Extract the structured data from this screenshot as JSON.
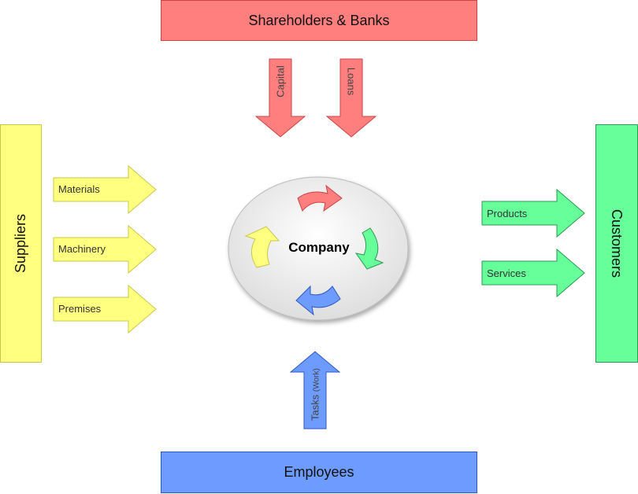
{
  "boxes": {
    "top": "Shareholders & Banks",
    "bottom": "Employees",
    "left": "Suppliers",
    "right": "Customers"
  },
  "center": {
    "label": "Company"
  },
  "top_arrows": [
    "Capital",
    "Loans"
  ],
  "left_arrows": [
    "Materials",
    "Machinery",
    "Premises"
  ],
  "right_arrows": [
    "Products",
    "Services"
  ],
  "bottom_arrow": {
    "label": "Tasks",
    "sub": "(Work)"
  },
  "colors": {
    "red": "#ff7f7f",
    "yellow": "#ffff80",
    "green": "#66ff99",
    "blue": "#6d9bff"
  }
}
